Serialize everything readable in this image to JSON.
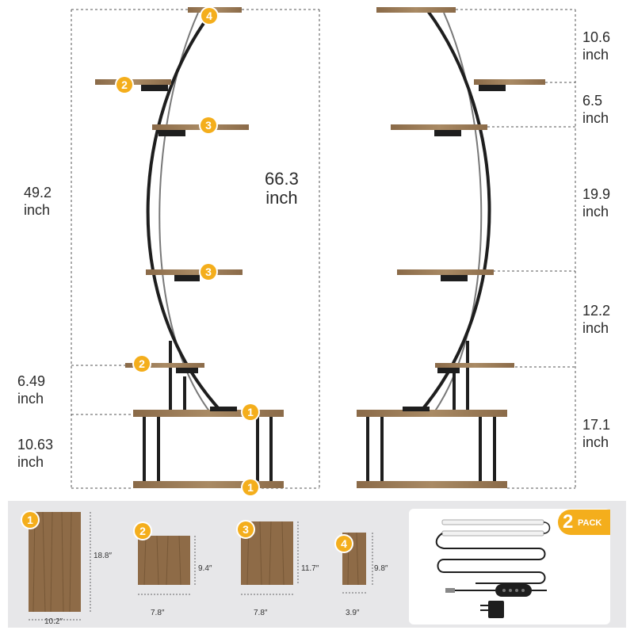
{
  "front_view": {
    "overall_height": {
      "value": "49.2",
      "unit": "inch"
    },
    "tier_spacing": {
      "value": "6.49",
      "unit": "inch"
    },
    "base_height": {
      "value": "10.63",
      "unit": "inch"
    },
    "total_height": {
      "value": "66.3",
      "unit": "inch"
    },
    "shelf_badges": [
      "4",
      "2",
      "3",
      "3",
      "2",
      "1",
      "1"
    ]
  },
  "side_view": {
    "gaps": [
      {
        "value": "10.6",
        "unit": "inch"
      },
      {
        "value": "6.5",
        "unit": "inch"
      },
      {
        "value": "19.9",
        "unit": "inch"
      },
      {
        "value": "12.2",
        "unit": "inch"
      },
      {
        "value": "17.1",
        "unit": "inch"
      }
    ]
  },
  "shelf_sizes": [
    {
      "badge": "1",
      "height": "18.8″",
      "width": "10.2″"
    },
    {
      "badge": "2",
      "height": "9.4″",
      "width": "7.8″"
    },
    {
      "badge": "3",
      "height": "11.7″",
      "width": "7.8″"
    },
    {
      "badge": "4",
      "height": "9.8″",
      "width": "3.9″"
    }
  ],
  "light": {
    "count": "2",
    "label": "PACK"
  },
  "colors": {
    "accent": "#f4ae1c",
    "wood": "#9a7a55",
    "frame": "#1e1e1e",
    "panel": "#e7e7e9"
  }
}
